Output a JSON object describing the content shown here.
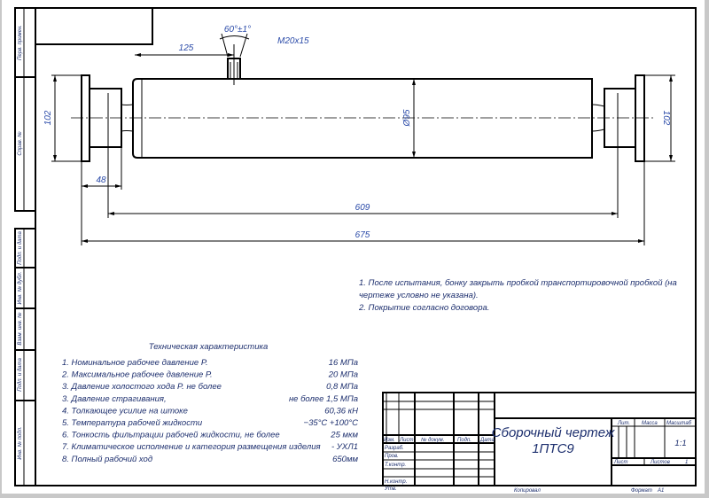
{
  "colors": {
    "line": "#000000",
    "text": "#1d2f6e",
    "dimension_text": "#2a4aa8",
    "scrollbar": "#c8c8c8"
  },
  "dimensions": {
    "flange_left_dia": "102",
    "flange_right_dia": "102",
    "barrel_dia": "Ø95",
    "neck_len": "48",
    "len_609": "609",
    "len_675": "675",
    "port_pos": "125",
    "port_angle": "60°±1°",
    "port_thread": "M20x15"
  },
  "notes": [
    "1. После испытания, бонку закрыть пробкой транспортировочной пробкой (на",
    "чертеже условно не указана).",
    "2. Покрытие согласно договора."
  ],
  "specs": {
    "title": "Техническая характеристика",
    "rows": [
      {
        "label": "1. Номинальное рабочее давление  P.",
        "value": "16 МПа"
      },
      {
        "label": "2. Максимальное рабочее давление P.",
        "value": "20 МПа"
      },
      {
        "label": "3. Давление холостого хода P.     не более",
        "value": "0,8 МПа"
      },
      {
        "label": "3. Давление страгивания,",
        "value": "не более 1,5 МПа"
      },
      {
        "label": "4. Толкающее усилие на штоке",
        "value": "60,36 кН"
      },
      {
        "label": "5. Температура рабочей жидкости",
        "value": "−35°С +100°С"
      },
      {
        "label": "6. Тонкость фильтрации рабочей жидкости, не более",
        "value": "25 мкм"
      },
      {
        "label": "7. Климатическое исполнение и категория размещения изделия",
        "value": "- УХЛ1"
      },
      {
        "label": "8. Полный рабочий ход",
        "value": "650мм"
      }
    ]
  },
  "side_strip": {
    "upper": [
      "Перв. примен.",
      "Справ. №"
    ],
    "lower": [
      "Подп. и дата",
      "Инв. № дубл.",
      "Взам. инв. №",
      "Подп. и дата",
      "Инв. № подл."
    ]
  },
  "title_block": {
    "header": [
      "Изм.",
      "Лист",
      "№ докум.",
      "Подп.",
      "Дата"
    ],
    "roles": [
      "Разраб.",
      "Пров.",
      "Т.контр.",
      "Н.контр.",
      "Утв."
    ],
    "title_line1": "Сборочный чертеж",
    "title_line2": "1ПТС9",
    "lit_label": "Лит.",
    "mass_label": "Масса",
    "scale_label": "Масштаб",
    "scale_value": "1:1",
    "sheet_label": "Лист",
    "sheets_label": "Листов",
    "sheets_value": "1",
    "copied_label": "Копировал",
    "format_label": "Формат",
    "format_value": "А1"
  }
}
